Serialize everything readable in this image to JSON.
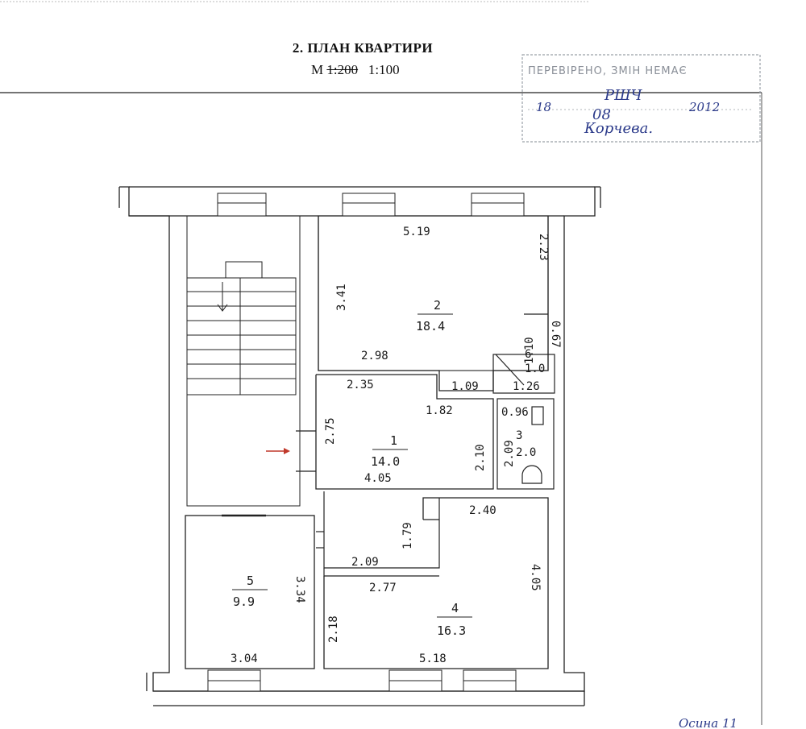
{
  "header": {
    "title": "2. ПЛАН КВАРТИРИ",
    "scale_prefix": "М",
    "scale_old": "1:200",
    "scale_new": "1:100"
  },
  "stamp": {
    "text": "ПЕРЕВІРЕНО, ЗМІН НЕМАЄ",
    "day": "18",
    "month": "08",
    "year": "2012",
    "org": "РШЧ",
    "signature": "Корчева."
  },
  "corner_note": "Осина 11",
  "rooms": [
    {
      "number": "1",
      "area": "14.0"
    },
    {
      "number": "2",
      "area": "18.4"
    },
    {
      "number": "3",
      "area": "2.0"
    },
    {
      "number": "4",
      "area": "16.3"
    },
    {
      "number": "5",
      "area": "9.9"
    },
    {
      "number": "6",
      "area": "1.0"
    }
  ],
  "dimensions": {
    "room2_top": "5.19",
    "room2_right": "2.23",
    "room2_left": "3.41",
    "room2_bottom": "2.98",
    "room2_diag": "0.67",
    "corr_top": "2.35",
    "corr_step": "1.09",
    "corr_mid": "1.82",
    "room1_left": "2.75",
    "room1_right": "2.10",
    "room1_bottom": "4.05",
    "room6_w": "1.26",
    "room6_h": "1.10",
    "room3_w": "0.96",
    "room3_h": "2.09",
    "hall_h": "1.79",
    "hall_w": "2.09",
    "room4_top": "2.40",
    "room4_right": "4.05",
    "room4_mid": "2.77",
    "room4_left": "2.18",
    "room4_bottom": "5.18",
    "room5_right": "3.34",
    "room5_bottom": "3.04"
  }
}
